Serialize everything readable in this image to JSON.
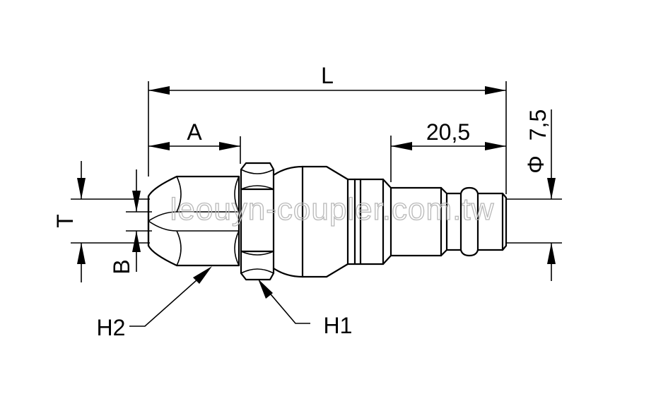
{
  "watermark": "leouyn-coupler.com.tw",
  "dimensions": {
    "overall_length": "L",
    "nut_length": "A",
    "plug_length": "20,5",
    "diameter_symbol": "Φ",
    "diameter_value": "7,5",
    "t_label": "T",
    "b_label": "B",
    "hex1": "H1",
    "hex2": "H2"
  }
}
